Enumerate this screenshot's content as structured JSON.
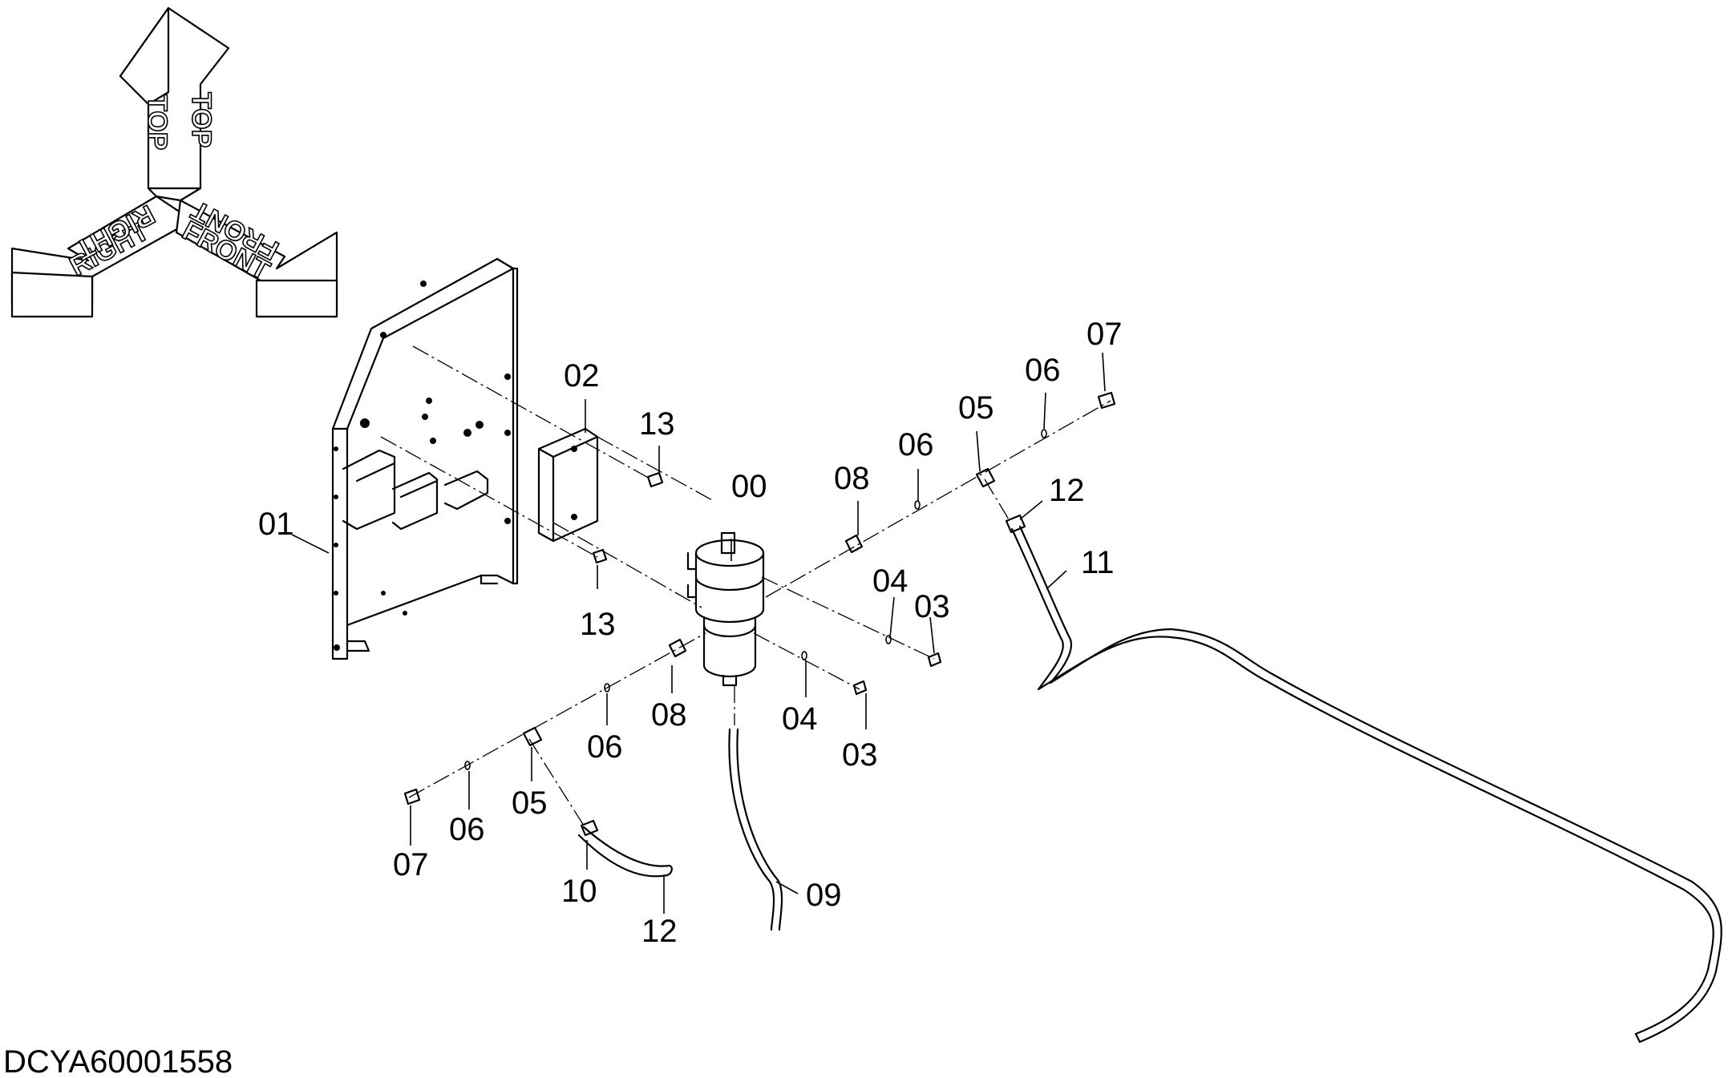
{
  "document_id": "DCYA60001558",
  "orientation": {
    "top": "TOP",
    "right": "RIGHT",
    "front": "FRONT"
  },
  "callouts": [
    "00",
    "01",
    "02",
    "03",
    "03",
    "04",
    "04",
    "05",
    "05",
    "06",
    "06",
    "06",
    "06",
    "07",
    "07",
    "08",
    "08",
    "09",
    "10",
    "11",
    "12",
    "12",
    "13",
    "13"
  ]
}
